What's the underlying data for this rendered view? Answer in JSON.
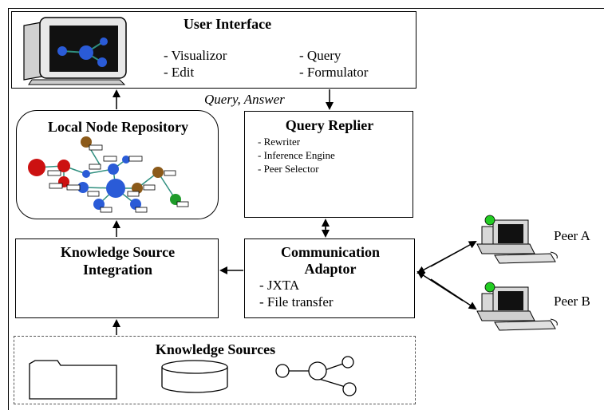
{
  "user_interface": {
    "title": "User Interface",
    "items_left": [
      "- Visualizor",
      "- Edit"
    ],
    "items_right": [
      "- Query",
      "- Formulator"
    ]
  },
  "query_answer_label": "Query, Answer",
  "local_node_repository": {
    "title": "Local Node Repository"
  },
  "query_replier": {
    "title": "Query Replier",
    "items": [
      "- Rewriter",
      "- Inference Engine",
      "- Peer Selector"
    ]
  },
  "knowledge_source_integration": {
    "title_line1": "Knowledge Source",
    "title_line2": "Integration"
  },
  "communication_adaptor": {
    "title_line1": "Communication",
    "title_line2": "Adaptor",
    "items": [
      "- JXTA",
      "- File transfer"
    ]
  },
  "peers": {
    "a": "Peer A",
    "b": "Peer B"
  },
  "knowledge_sources": {
    "title": "Knowledge Sources"
  },
  "colors": {
    "red": "#cc1111",
    "blue": "#2a5bd7",
    "brown": "#8b5a1a",
    "green": "#1f9b2a",
    "edge": "#2f8f7f",
    "screen": "#111111",
    "peer_light": "#22cc22"
  },
  "icons": [
    "monitor-graph-icon",
    "folder-icon",
    "database-icon",
    "graph-icon",
    "computer-icon"
  ]
}
